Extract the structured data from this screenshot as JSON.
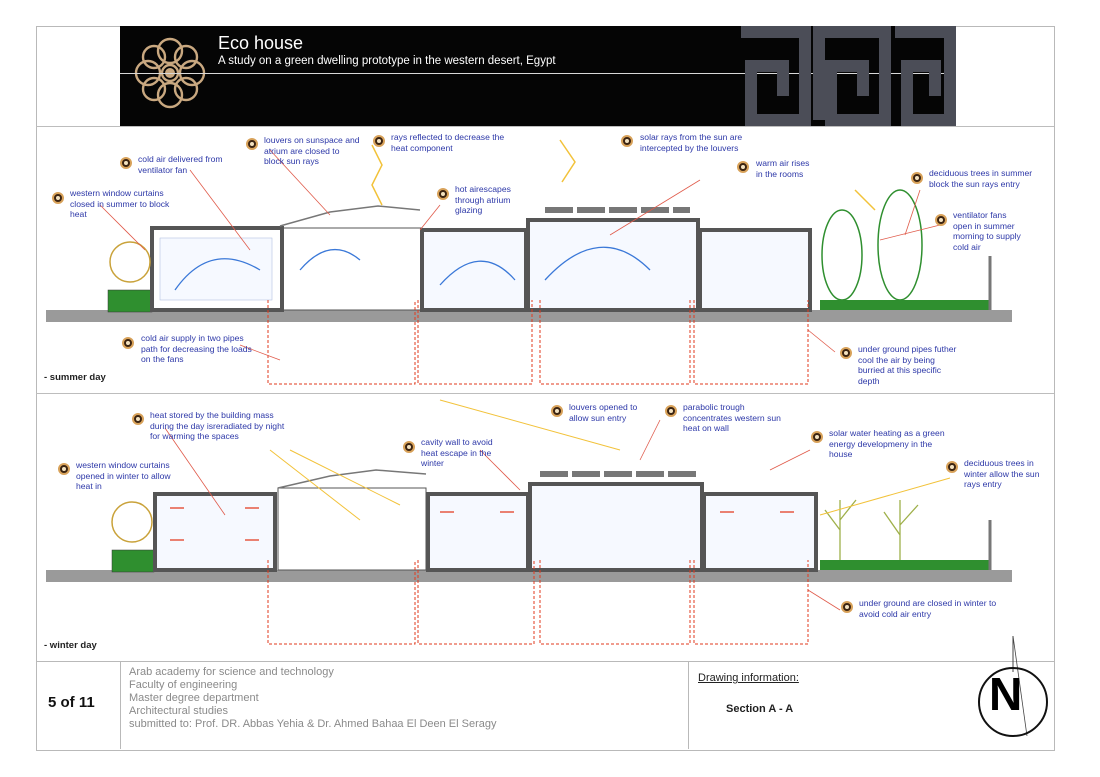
{
  "header": {
    "title": "Eco house",
    "subtitle": "A study on a green dwelling prototype in the western desert, Egypt"
  },
  "summer": {
    "caption": "- summer day",
    "notes": [
      "cold air delivered from ventilator fan",
      "western window curtains closed in summer to block heat",
      "louvers on sunspace and atrium are closed to block sun rays",
      "rays reflected to decrease the heat component",
      "hot airescapes through atrium glazing",
      "solar rays from the sun are intercepted by the louvers",
      "warm air rises in the rooms",
      "deciduous trees in summer block the sun rays entry",
      "ventilator fans open in summer morning to supply cold air",
      "cold air supply in two pipes path for decreasing the loads on the fans",
      "under ground pipes futher cool the air by being burried at this specific depth"
    ]
  },
  "winter": {
    "caption": "- winter day",
    "notes": [
      "heat stored by the building mass during the day isreradiated by night for warming the spaces",
      "louvers opened to allow sun entry",
      "parabolic trough concentrates western sun heat on wall",
      "cavity wall to avoid heat escape in the winter",
      "solar water heating as a green energy developmeny in the house",
      "western window curtains opened in winter to allow heat in",
      "deciduous trees in winter allow the sun rays entry",
      "under ground are closed in winter to avoid cold air entry"
    ]
  },
  "footer": {
    "page": "5 of 11",
    "institution": [
      "Arab academy for science and technology",
      "Faculty of engineering",
      "Master degree department",
      "Architectural studies",
      "submitted to: Prof. DR. Abbas Yehia & Dr. Ahmed Bahaa El Deen El Seragy"
    ],
    "drawing_info_label": "Drawing information:",
    "section_label": "Section A - A",
    "north_label": "N"
  },
  "colors": {
    "note_text": "#2d38a8",
    "air_flow": "#3a78d8",
    "heat_flow": "#e23a1e",
    "sun_rays": "#f2c23a",
    "leader": "#e05a4a",
    "ground": "#9a9a9a",
    "vegetation": "#2f8f2f"
  }
}
